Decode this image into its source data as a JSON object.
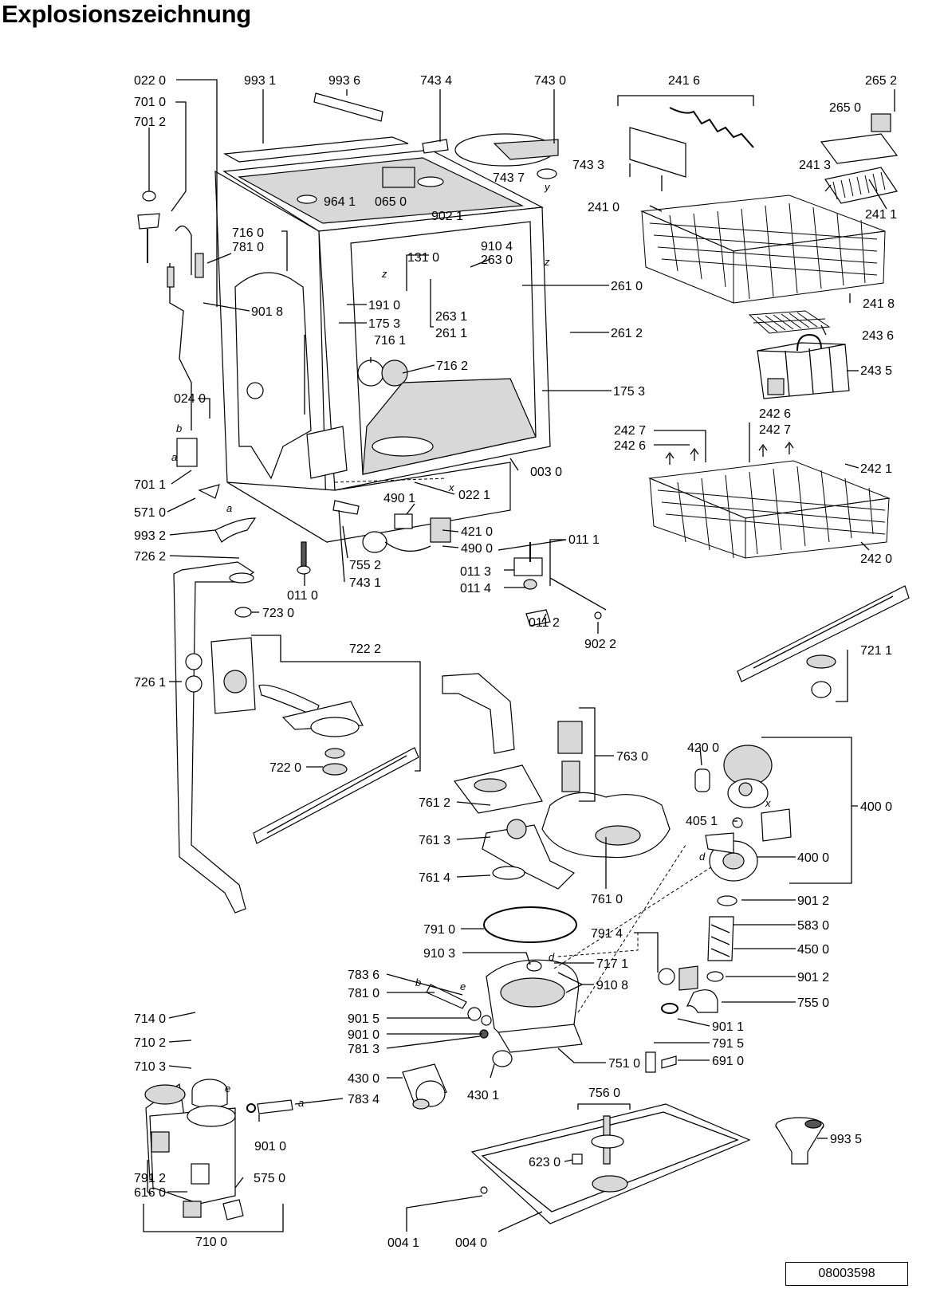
{
  "title": "Explosionszeichnung",
  "document_number": "08003598",
  "labels": {
    "l_0220": "022 0",
    "l_7010": "701 0",
    "l_7012": "701 2",
    "l_9931": "993 1",
    "l_9936": "993 6",
    "l_7434": "743 4",
    "l_7430": "743 0",
    "l_2416": "241 6",
    "l_2652": "265 2",
    "l_2650": "265 0",
    "l_7437": "743 7",
    "l_7433": "743 3",
    "l_2413": "241 3",
    "l_2411": "241 1",
    "l_9641": "964 1",
    "l_0650": "065 0",
    "l_9021": "902 1",
    "l_2410": "241 0",
    "l_7160": "716 0",
    "l_7810": "781 0",
    "l_9104": "910 4",
    "l_1310": "131 0",
    "l_2630": "263 0",
    "l_2610": "261 0",
    "l_2418": "241 8",
    "l_9018": "901 8",
    "l_1910": "191 0",
    "l_1753a": "175 3",
    "l_2631": "263 1",
    "l_2611": "261 1",
    "l_2612": "261 2",
    "l_2436": "243 6",
    "l_7161": "716 1",
    "l_7162": "716 2",
    "l_2435": "243 5",
    "l_0240": "024 0",
    "l_1753b": "175 3",
    "l_2427a": "242 7",
    "l_2426a": "242 6",
    "l_2426b": "242 6",
    "l_2427b": "242 7",
    "l_0030": "003 0",
    "l_2421": "242 1",
    "l_7011": "701 1",
    "l_5710": "571 0",
    "l_4901": "490 1",
    "l_0221": "022 1",
    "l_4210": "421 0",
    "l_4900": "490 0",
    "l_0111": "011 1",
    "l_9932": "993 2",
    "l_2420": "242 0",
    "l_7262": "726 2",
    "l_7552": "755 2",
    "l_0113": "011 3",
    "l_7431": "743 1",
    "l_0114": "011 4",
    "l_0110": "011 0",
    "l_7230": "723 0",
    "l_0112": "011 2",
    "l_9022": "902 2",
    "l_7222": "722 2",
    "l_7211": "721 1",
    "l_7261": "726 1",
    "l_7220": "722 0",
    "l_7630": "763 0",
    "l_4200": "420 0",
    "l_4000a": "400 0",
    "l_7612": "761 2",
    "l_4051": "405 1",
    "l_7613": "761 3",
    "l_4000b": "400 0",
    "l_7614": "761 4",
    "l_7610": "761 0",
    "l_9012a": "901 2",
    "l_7910": "791 0",
    "l_7914": "791 4",
    "l_5830": "583 0",
    "l_9103": "910 3",
    "l_7171": "717 1",
    "l_4500": "450 0",
    "l_9108": "910 8",
    "l_7836": "783 6",
    "l_9012b": "901 2",
    "l_7810b": "781 0",
    "l_7550": "755 0",
    "l_7140": "714 0",
    "l_9015": "901 5",
    "l_9011": "901 1",
    "l_7102": "710 2",
    "l_9010": "901 0",
    "l_7915": "791 5",
    "l_7813": "781 3",
    "l_7510": "751 0",
    "l_6910": "691 0",
    "l_7103": "710 3",
    "l_4300": "430 0",
    "l_4301": "430 1",
    "l_7560": "756 0",
    "l_7834": "783 4",
    "l_9010b": "901 0",
    "l_9935": "993 5",
    "l_6230": "623 0",
    "l_7912": "791 2",
    "l_5750": "575 0",
    "l_6160": "616 0",
    "l_7100": "710 0",
    "l_0041": "004 1",
    "l_0040": "004 0"
  },
  "markers": {
    "m_b1": "b",
    "m_a1": "a",
    "m_a2": "a",
    "m_z1": "z",
    "m_z2": "z",
    "m_x1": "x",
    "m_x2": "x",
    "m_y1": "y",
    "m_d1": "d",
    "m_d2": "d",
    "m_e1": "e",
    "m_e2": "e",
    "m_b2": "b",
    "m_a3": "a"
  }
}
